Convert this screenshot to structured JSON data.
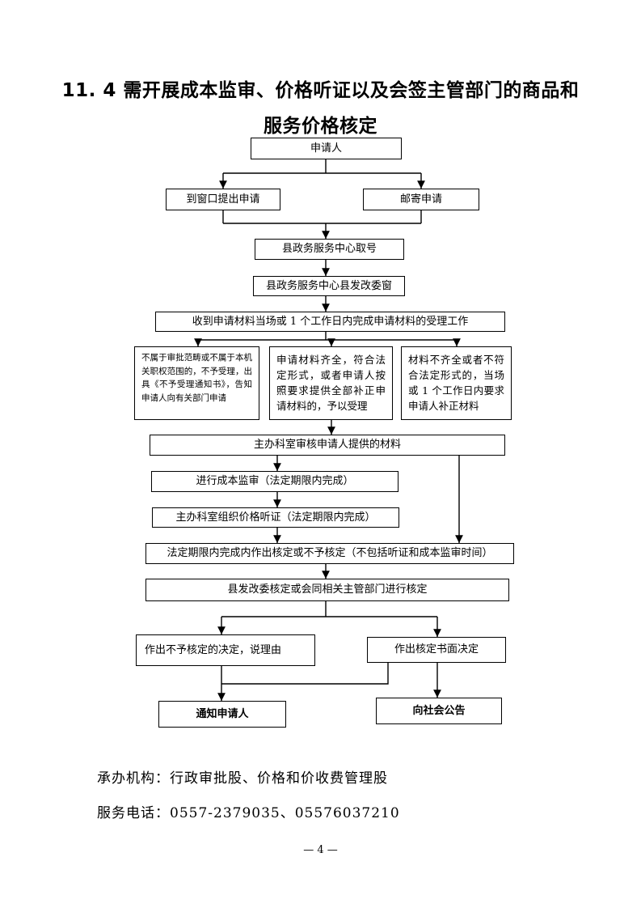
{
  "title": {
    "line1": "11. 4 需开展成本监审、价格听证以及会签主管部门的商品和",
    "line2": "服务价格核定"
  },
  "flowchart": {
    "applicant": "申请人",
    "submit_window": "到窗口提出申请",
    "submit_mail": "邮寄申请",
    "take_number": "县政务服务中心取号",
    "reform_window": "县政务服务中心县发改委窗",
    "acceptance": "收到申请材料当场或 1 个工作日内完成申请材料的受理工作",
    "case_reject": "不属于审批范畴或不属于本机关职权范围的，不予受理，出具《不予受理通知书》，告知申请人向有关部门申请",
    "case_accept": "申请材料齐全，符合法定形式，或者申请人按照要求提供全部补正申请材料的，予以受理",
    "case_supplement": "材料不齐全或者不符合法定形式的，当场或 1 个工作日内要求申请人补正材料",
    "review": "主办科室审核申请人提供的材料",
    "cost_audit": "进行成本监审（法定期限内完成）",
    "price_hearing": "主办科室组织价格听证（法定期限内完成）",
    "decision": "法定期限内完成内作出核定或不予核定（不包括听证和成本监审时间）",
    "joint_approval": "县发改委核定或会同相关主管部门进行核定",
    "reject_decision": "作出不予核定的决定，说理由",
    "approve_decision": "作出核定书面决定",
    "notify": "通知申请人",
    "announce": "向社会公告"
  },
  "footer": {
    "agency": "承办机构：行政审批股、价格和价收费管理股",
    "phone": "服务电话：0557-2379035、05576037210"
  },
  "page_number": "— 4 —"
}
